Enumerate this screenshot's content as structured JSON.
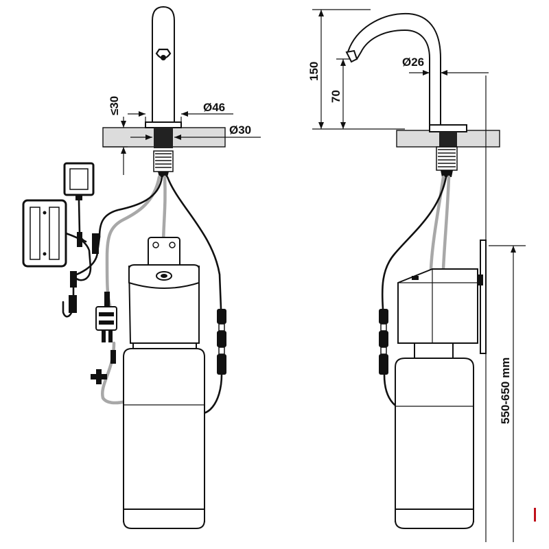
{
  "dimensions": {
    "max_counter_thickness": "≤30",
    "base_diameter": "Ø46",
    "hole_diameter": "Ø30",
    "total_height": "150",
    "outlet_height": "70",
    "spout_diameter": "Ø26",
    "install_depth": "550-650 mm"
  },
  "colors": {
    "line": "#111111",
    "hose": "#a8a8a8",
    "countertop": "#dcdcdc",
    "accent_mark": "#c0101a"
  }
}
